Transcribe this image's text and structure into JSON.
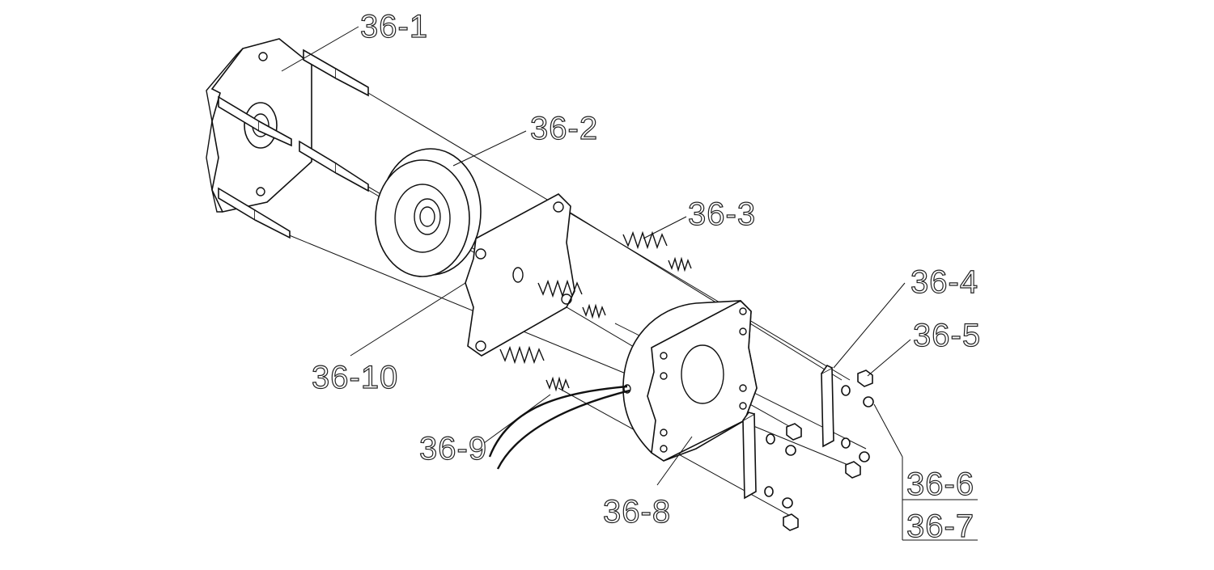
{
  "diagram": {
    "type": "exploded-parts-view",
    "labels": {
      "p1": "36-1",
      "p2": "36-2",
      "p3": "36-3",
      "p4": "36-4",
      "p5": "36-5",
      "p6": "36-6",
      "p7": "36-7",
      "p8": "36-8",
      "p9": "36-9",
      "p10": "36-10"
    }
  }
}
